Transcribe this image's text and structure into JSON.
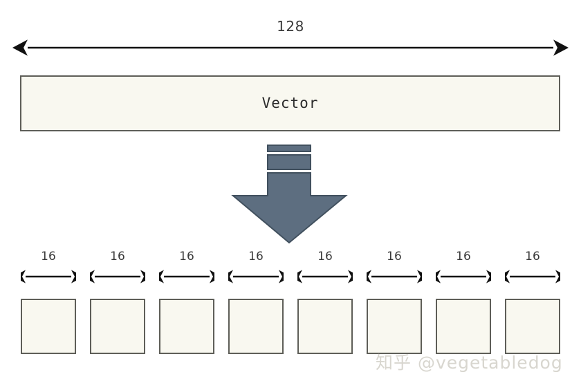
{
  "diagram": {
    "title_dimension": "128",
    "vector": {
      "label": "Vector",
      "width_label": "128"
    },
    "split_arrow": {
      "name": "downward-split-arrow",
      "color": "#5d6e80",
      "border_color": "#41505e"
    },
    "segments": [
      {
        "label": "16"
      },
      {
        "label": "16"
      },
      {
        "label": "16"
      },
      {
        "label": "16"
      },
      {
        "label": "16"
      },
      {
        "label": "16"
      },
      {
        "label": "16"
      },
      {
        "label": "16"
      }
    ],
    "colors": {
      "box_fill": "#f9f8f0",
      "box_border": "#5e5e58",
      "arrow_line": "#000000",
      "text": "#3a3a3a",
      "background": "#ffffff",
      "watermark": "#d8d6cf"
    }
  },
  "watermark": {
    "text": "知乎 @vegetabledog"
  }
}
